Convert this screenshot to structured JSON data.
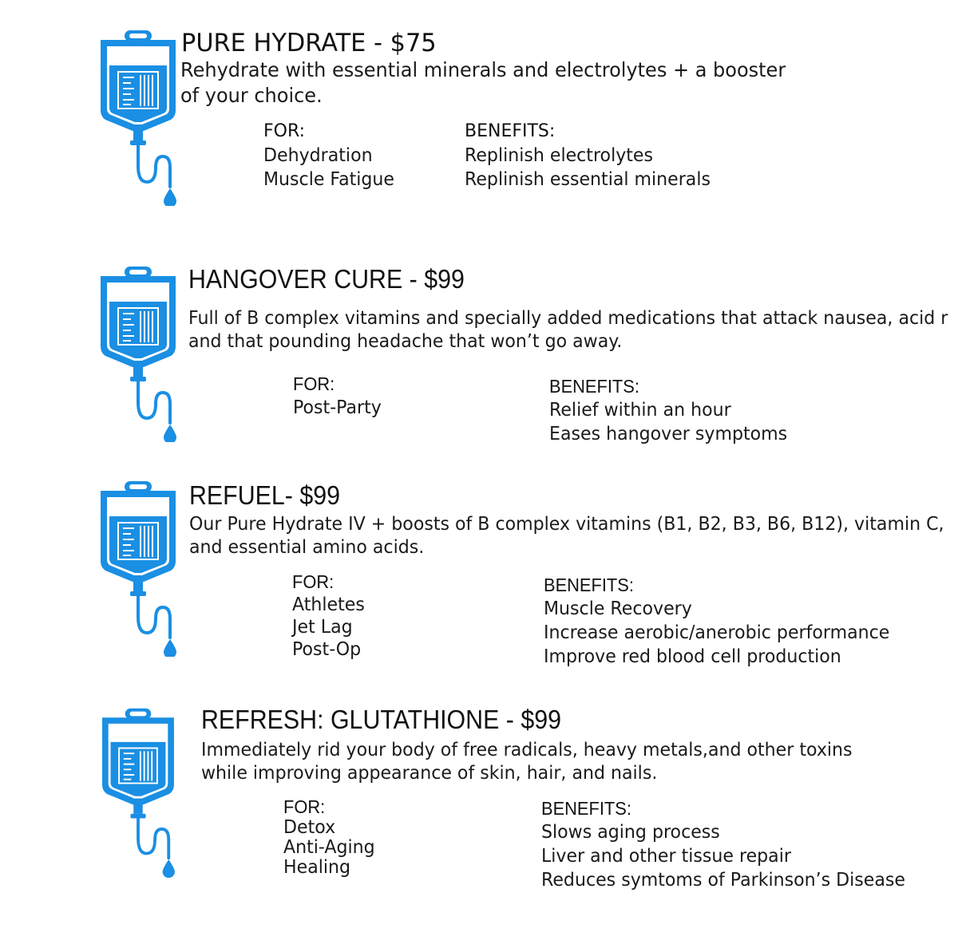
{
  "colors": {
    "icon_blue": "#1a8fe3",
    "text": "#111111"
  },
  "icon_name": "iv-bag-icon",
  "treatments": [
    {
      "title": "PURE HYDRATE - $75",
      "description_lines": [
        "Rehydrate with essential minerals and electrolytes + a booster",
        "of your choice."
      ],
      "for_label": "FOR:",
      "for_items": [
        "Dehydration",
        "Muscle Fatigue"
      ],
      "benefits_label": "BENEFITS:",
      "benefits_items": [
        "Replinish electrolytes",
        "Replinish essential minerals"
      ]
    },
    {
      "title": "HANGOVER CURE - $99",
      "description_lines": [
        "Full of B complex vitamins and specially added medications that attack nausea, acid r",
        "and that pounding headache that won’t go away."
      ],
      "for_label": "FOR:",
      "for_items": [
        "Post-Party"
      ],
      "benefits_label": "BENEFITS:",
      "benefits_items": [
        "Relief within an hour",
        "Eases hangover symptoms"
      ]
    },
    {
      "title": "REFUEL- $99",
      "description_lines": [
        "Our Pure Hydrate IV + boosts of B complex vitamins (B1, B2, B3, B6, B12), vitamin C,",
        "and essential amino acids."
      ],
      "for_label": "FOR:",
      "for_items": [
        "Athletes",
        "Jet Lag",
        "Post-Op"
      ],
      "benefits_label": "BENEFITS:",
      "benefits_items": [
        "Muscle Recovery",
        "Increase aerobic/anerobic performance",
        "Improve red blood cell production"
      ]
    },
    {
      "title": "REFRESH: GLUTATHIONE - $99",
      "description_lines": [
        "Immediately rid your body of free radicals, heavy metals,and other toxins",
        "while improving appearance of skin, hair, and nails."
      ],
      "for_label": "FOR:",
      "for_items": [
        "Detox",
        "Anti-Aging",
        "Healing"
      ],
      "benefits_label": "BENEFITS:",
      "benefits_items": [
        "Slows aging process",
        "Liver and other tissue repair",
        "Reduces symtoms of Parkinson’s Disease"
      ]
    }
  ]
}
